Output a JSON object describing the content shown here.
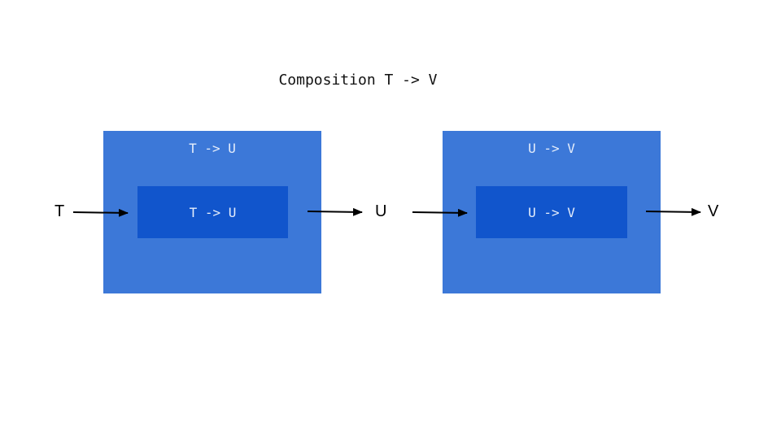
{
  "title": "Composition T -> V",
  "boxes": [
    {
      "outer_label": "T -> U",
      "inner_label": "T -> U"
    },
    {
      "outer_label": "U -> V",
      "inner_label": "U -> V"
    }
  ],
  "types": {
    "input": "T",
    "middle": "U",
    "output": "V"
  },
  "colors": {
    "outer_box": "#3c78d8",
    "inner_box": "#1155cc",
    "box_text": "#e6eefb",
    "arrow": "#000000"
  }
}
